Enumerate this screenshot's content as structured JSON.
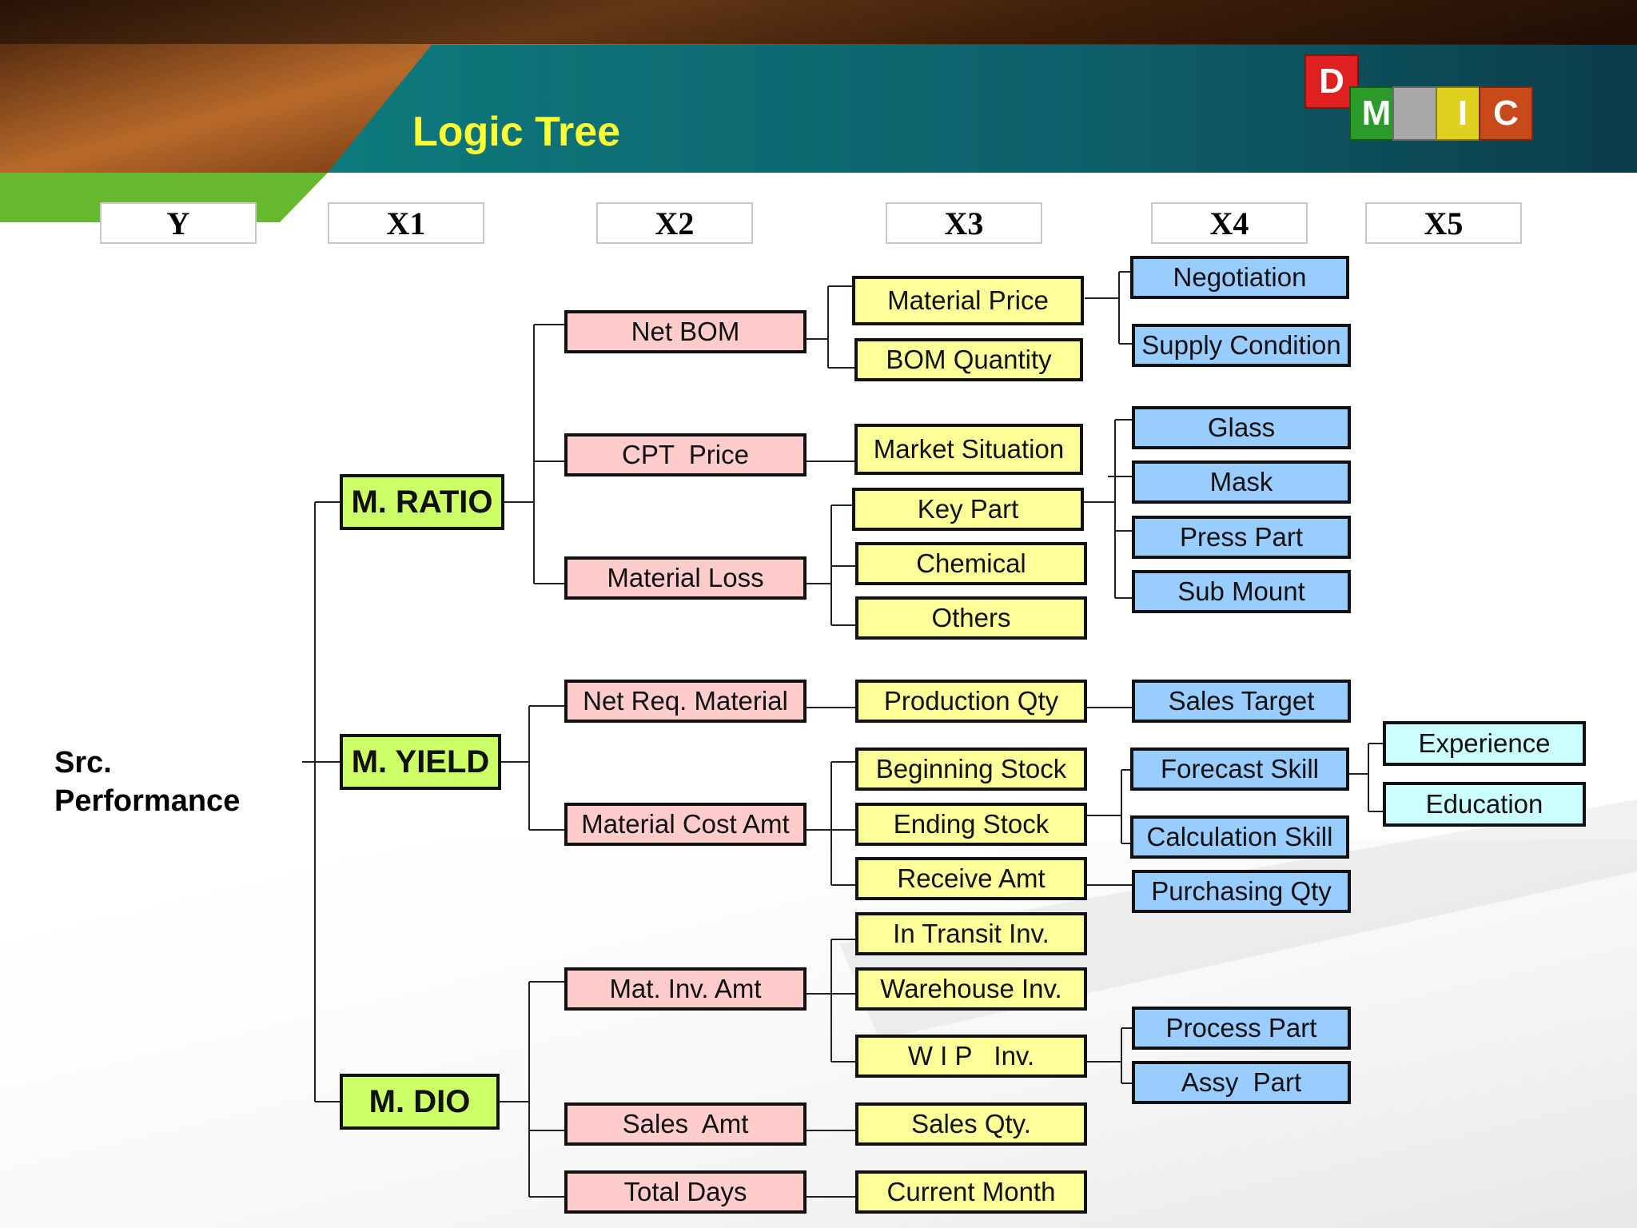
{
  "slide": {
    "title": "Logic Tree",
    "brand": {
      "letters": [
        "D",
        "M",
        "",
        "I",
        "C"
      ],
      "colors": [
        "#e02020",
        "#2a9a2a",
        "#a8a8a8",
        "#e0d020",
        "#c84a1a"
      ]
    }
  },
  "columns": [
    "Y",
    "X1",
    "X2",
    "X3",
    "X4",
    "X5"
  ],
  "tree": {
    "root": "Src.\nPerformance",
    "x1": [
      "M. RATIO",
      "M. YIELD",
      "M. DIO"
    ],
    "x2": [
      "Net BOM",
      "CPT  Price",
      "Material Loss",
      "Net Req. Material",
      "Material Cost Amt",
      "Mat. Inv. Amt",
      "Sales  Amt",
      "Total Days"
    ],
    "x3": [
      "Material Price",
      "BOM Quantity",
      "Market Situation",
      "Key Part",
      "Chemical",
      "Others",
      "Production Qty",
      "Beginning Stock",
      "Ending Stock",
      "Receive Amt",
      "In Transit Inv.",
      "Warehouse Inv.",
      "W I P   Inv.",
      "Sales Qty.",
      "Current Month"
    ],
    "x4": [
      "Negotiation",
      "Supply Condition",
      "Glass",
      "Mask",
      "Press Part",
      "Sub Mount",
      "Sales Target",
      "Forecast Skill",
      "Calculation Skill",
      "Purchasing Qty",
      "Process Part",
      "Assy  Part"
    ],
    "x5": [
      "Experience",
      "Education"
    ]
  },
  "colors": {
    "x1_fill": "#ccff66",
    "x2_fill": "#ffcccc",
    "x3_fill": "#ffff99",
    "x4_fill": "#99ccff",
    "x5_fill": "#ccffff",
    "title_text": "#ffff33",
    "header_band": "#0f6f78"
  }
}
